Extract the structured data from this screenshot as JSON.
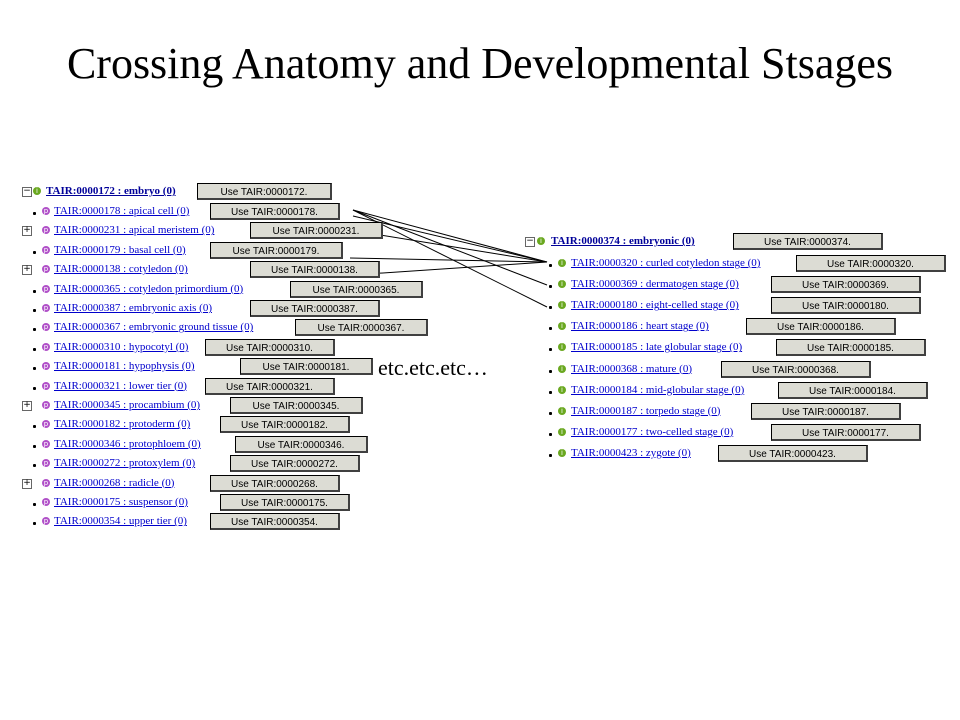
{
  "title": "Crossing Anatomy and Developmental Stsages",
  "etc_text": "etc.etc.etc…",
  "anatomy_tree": {
    "root": {
      "label": "TAIR:0000172 : embryo (0)",
      "button": "Use TAIR:0000172."
    },
    "items": [
      {
        "label": "TAIR:0000178 : apical cell (0)",
        "button": "Use TAIR:0000178.",
        "expandable": false
      },
      {
        "label": "TAIR:0000231 : apical meristem (0)",
        "button": "Use TAIR:0000231.",
        "expandable": true
      },
      {
        "label": "TAIR:0000179 : basal cell (0)",
        "button": "Use TAIR:0000179.",
        "expandable": false
      },
      {
        "label": "TAIR:0000138 : cotyledon (0)",
        "button": "Use TAIR:0000138.",
        "expandable": true
      },
      {
        "label": "TAIR:0000365 : cotyledon primordium (0)",
        "button": "Use TAIR:0000365.",
        "expandable": false
      },
      {
        "label": "TAIR:0000387 : embryonic axis (0)",
        "button": "Use TAIR:0000387.",
        "expandable": false
      },
      {
        "label": "TAIR:0000367 : embryonic ground tissue (0)",
        "button": "Use TAIR:0000367.",
        "expandable": false
      },
      {
        "label": "TAIR:0000310 : hypocotyl (0)",
        "button": "Use TAIR:0000310.",
        "expandable": false
      },
      {
        "label": "TAIR:0000181 : hypophysis (0)",
        "button": "Use TAIR:0000181.",
        "expandable": false
      },
      {
        "label": "TAIR:0000321 : lower tier (0)",
        "button": "Use TAIR:0000321.",
        "expandable": false
      },
      {
        "label": "TAIR:0000345 : procambium (0)",
        "button": "Use TAIR:0000345.",
        "expandable": true
      },
      {
        "label": "TAIR:0000182 : protoderm (0)",
        "button": "Use TAIR:0000182.",
        "expandable": false
      },
      {
        "label": "TAIR:0000346 : protophloem (0)",
        "button": "Use TAIR:0000346.",
        "expandable": false
      },
      {
        "label": "TAIR:0000272 : protoxylem (0)",
        "button": "Use TAIR:0000272.",
        "expandable": false
      },
      {
        "label": "TAIR:0000268 : radicle (0)",
        "button": "Use TAIR:0000268.",
        "expandable": true
      },
      {
        "label": "TAIR:0000175 : suspensor (0)",
        "button": "Use TAIR:0000175.",
        "expandable": false
      },
      {
        "label": "TAIR:0000354 : upper tier (0)",
        "button": "Use TAIR:0000354.",
        "expandable": false
      }
    ]
  },
  "stage_tree": {
    "root": {
      "label": "TAIR:0000374 : embryonic (0)",
      "button": "Use TAIR:0000374."
    },
    "items": [
      {
        "label": "TAIR:0000320 : curled cotyledon stage (0)",
        "button": "Use TAIR:0000320."
      },
      {
        "label": "TAIR:0000369 : dermatogen stage (0)",
        "button": "Use TAIR:0000369."
      },
      {
        "label": "TAIR:0000180 : eight-celled stage (0)",
        "button": "Use TAIR:0000180."
      },
      {
        "label": "TAIR:0000186 : heart stage (0)",
        "button": "Use TAIR:0000186."
      },
      {
        "label": "TAIR:0000185 : late globular stage (0)",
        "button": "Use TAIR:0000185."
      },
      {
        "label": "TAIR:0000368 : mature (0)",
        "button": "Use TAIR:0000368."
      },
      {
        "label": "TAIR:0000184 : mid-globular stage (0)",
        "button": "Use TAIR:0000184."
      },
      {
        "label": "TAIR:0000187 : torpedo stage (0)",
        "button": "Use TAIR:0000187."
      },
      {
        "label": "TAIR:0000177 : two-celled stage (0)",
        "button": "Use TAIR:0000177."
      },
      {
        "label": "TAIR:0000423 : zygote (0)",
        "button": "Use TAIR:0000423."
      }
    ]
  },
  "colors": {
    "link": "#0000cc",
    "button_face": "#dcdcd4",
    "term_icon": "#b050c8",
    "stage_icon": "#6aa820"
  }
}
